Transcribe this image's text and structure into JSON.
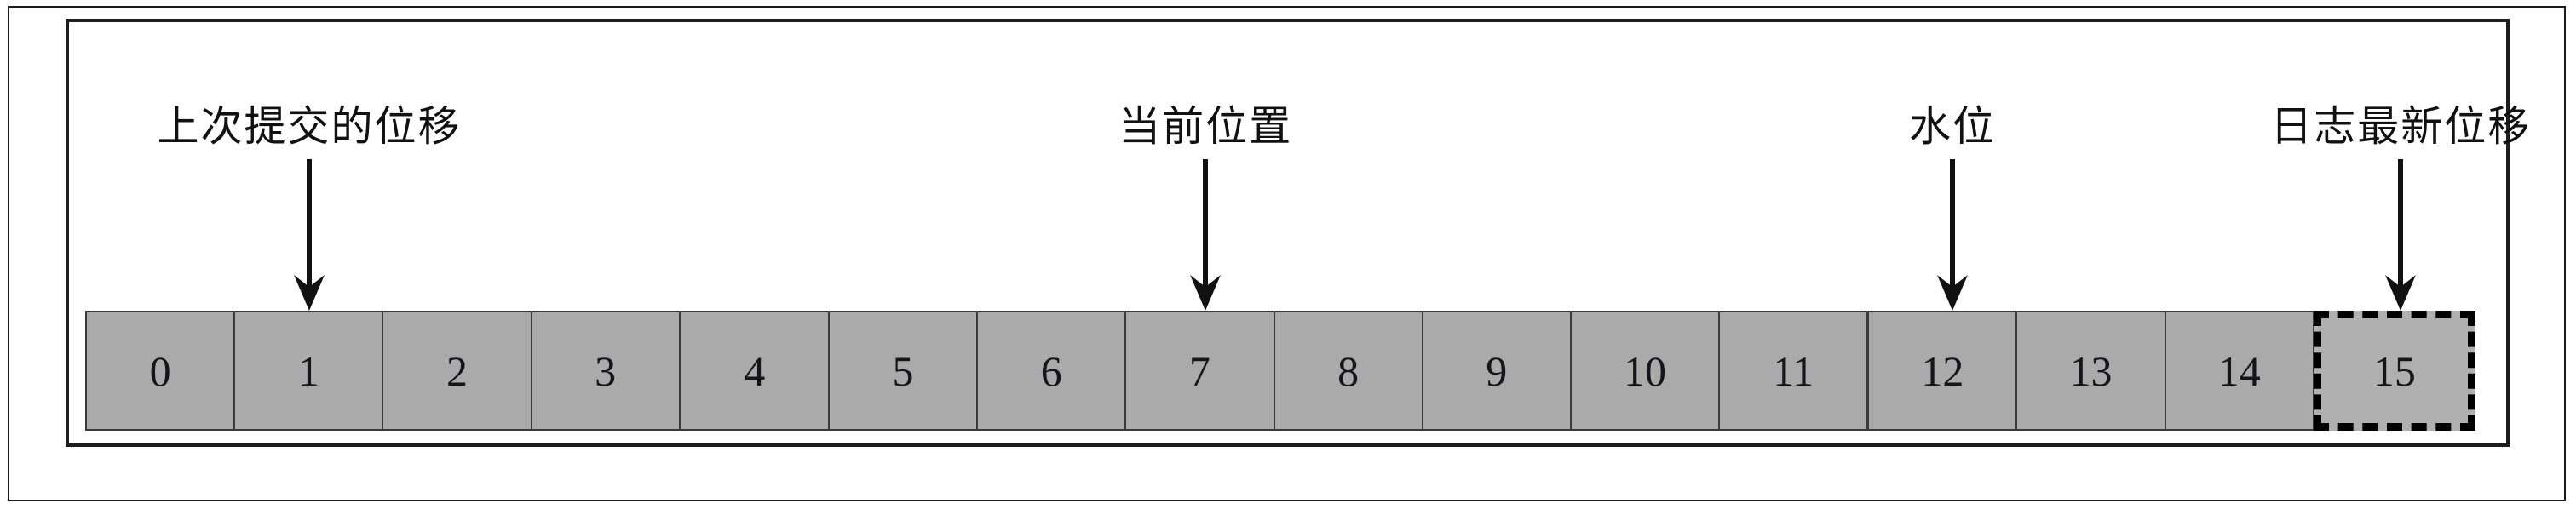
{
  "diagram": {
    "type": "partition-offset-strip",
    "title": "",
    "description": "Kafka partition log offsets with committed offset, current position, high watermark and log end offset markers",
    "colors": {
      "cell_fill": "#aaaaaa",
      "cell_border": "#3a3a3a",
      "frame_border": "#1d1d1d",
      "highlight_border": "#000000",
      "text": "#111111",
      "background": "#ffffff"
    },
    "cells": [
      {
        "label": "0",
        "index": 0,
        "highlight": false,
        "group_start": true
      },
      {
        "label": "1",
        "index": 1,
        "highlight": false,
        "group_start": false
      },
      {
        "label": "2",
        "index": 2,
        "highlight": false,
        "group_start": false
      },
      {
        "label": "3",
        "index": 3,
        "highlight": false,
        "group_start": false
      },
      {
        "label": "4",
        "index": 4,
        "highlight": false,
        "group_start": true
      },
      {
        "label": "5",
        "index": 5,
        "highlight": false,
        "group_start": false
      },
      {
        "label": "6",
        "index": 6,
        "highlight": false,
        "group_start": false
      },
      {
        "label": "7",
        "index": 7,
        "highlight": false,
        "group_start": false
      },
      {
        "label": "8",
        "index": 8,
        "highlight": false,
        "group_start": false
      },
      {
        "label": "9",
        "index": 9,
        "highlight": false,
        "group_start": false
      },
      {
        "label": "10",
        "index": 10,
        "highlight": false,
        "group_start": false
      },
      {
        "label": "11",
        "index": 11,
        "highlight": false,
        "group_start": false
      },
      {
        "label": "12",
        "index": 12,
        "highlight": false,
        "group_start": true
      },
      {
        "label": "13",
        "index": 13,
        "highlight": false,
        "group_start": false
      },
      {
        "label": "14",
        "index": 14,
        "highlight": false,
        "group_start": false
      },
      {
        "label": "15",
        "index": 15,
        "highlight": true,
        "group_start": false
      }
    ],
    "annotations": [
      {
        "name": "last-committed-offset",
        "label": "上次提交的位移",
        "target_cell": 1,
        "arrow": "down-arrow-icon"
      },
      {
        "name": "current-position",
        "label": "当前位置",
        "target_cell": 7,
        "arrow": "down-arrow-icon"
      },
      {
        "name": "high-watermark",
        "label": "水位",
        "target_cell": 12,
        "arrow": "down-arrow-icon"
      },
      {
        "name": "log-end-offset",
        "label": "日志最新位移",
        "target_cell": 15,
        "arrow": "down-arrow-icon"
      }
    ]
  }
}
